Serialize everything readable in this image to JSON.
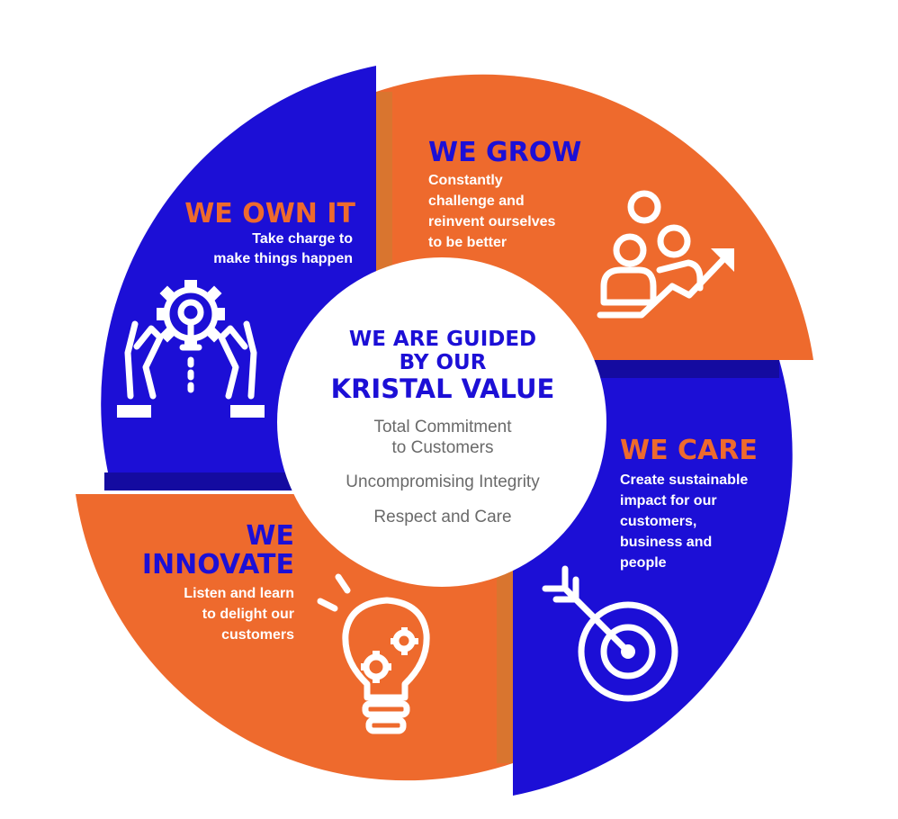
{
  "colors": {
    "blue": "#1c0fd6",
    "dark_blue": "#140ba0",
    "orange": "#ee6a2d",
    "dark_orange": "#d9752f",
    "white": "#ffffff",
    "gray_text": "#6a6a6a"
  },
  "segments": {
    "own_it": {
      "title": "WE OWN IT",
      "desc": [
        "Take charge to",
        "make things happen"
      ],
      "icon": "gear-bulb-hands-icon"
    },
    "grow": {
      "title": "WE GROW",
      "desc": [
        "Constantly",
        "challenge and",
        "reinvent ourselves",
        "to be better"
      ],
      "icon": "people-growth-arrow-icon"
    },
    "care": {
      "title": "WE CARE",
      "desc": [
        "Create sustainable",
        "impact for our",
        "customers,",
        "business and",
        "people"
      ],
      "icon": "target-arrow-icon"
    },
    "innovate": {
      "title": [
        "WE",
        "INNOVATE"
      ],
      "desc": [
        "Listen and learn",
        "to delight our",
        "customers"
      ],
      "icon": "lightbulb-gears-icon"
    }
  },
  "center": {
    "title_lines": [
      "WE ARE GUIDED",
      "BY OUR",
      "KRISTAL VALUE"
    ],
    "values": [
      [
        "Total Commitment",
        "to Customers"
      ],
      [
        "Uncompromising Integrity"
      ],
      [
        "Respect and Care"
      ]
    ]
  }
}
